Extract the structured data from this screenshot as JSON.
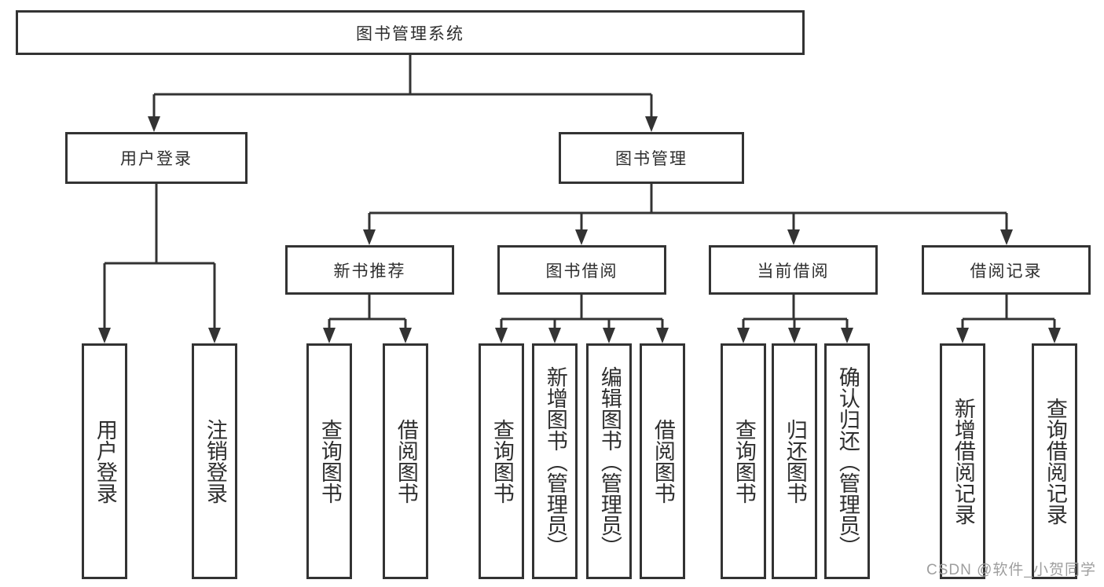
{
  "diagram": {
    "root": {
      "label": "图书管理系统"
    },
    "level2": [
      {
        "label": "用户登录"
      },
      {
        "label": "图书管理"
      }
    ],
    "level3": [
      {
        "label": "新书推荐"
      },
      {
        "label": "图书借阅"
      },
      {
        "label": "当前借阅"
      },
      {
        "label": "借阅记录"
      }
    ],
    "leaves": [
      {
        "label": "用户登录"
      },
      {
        "label": "注销登录"
      },
      {
        "label": "查询图书"
      },
      {
        "label": "借阅图书"
      },
      {
        "label": "查询图书"
      },
      {
        "label": "新增图书（管理员）"
      },
      {
        "label": "编辑图书（管理员）"
      },
      {
        "label": "借阅图书"
      },
      {
        "label": "查询图书"
      },
      {
        "label": "归还图书"
      },
      {
        "label": "确认归还（管理员）"
      },
      {
        "label": "新增借阅记录"
      },
      {
        "label": "查询借阅记录"
      }
    ],
    "watermark": "CSDN @软件_小贺同学",
    "colors": {
      "line": "#333333",
      "text": "#2e2e2e",
      "watermark": "#9e9e9e",
      "background": "#ffffff"
    }
  }
}
